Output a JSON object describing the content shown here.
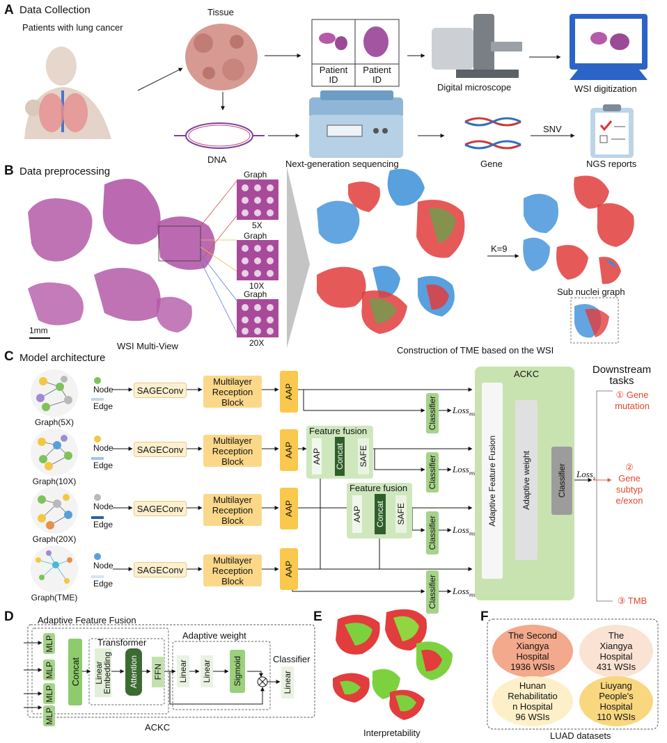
{
  "colors": {
    "aap": "#f9c84c",
    "mrb": "#fbd889",
    "sage": "#fdf0cf",
    "ackc": "#c9e3b0",
    "classifier": "#a6d38a",
    "concat": "#2f5e2a",
    "task": "#e2472d",
    "he": "#b45aa8"
  },
  "panelA": {
    "letter": "A",
    "title": "Data Collection",
    "patients": "Patients with lung cancer",
    "tissue": "Tissue",
    "patient_id_1": "Patient\nID",
    "patient_id_2": "Patient\nID",
    "microscope": "Digital microscope",
    "digitization": "WSI digitization",
    "dna": "DNA",
    "ngs": "Next-generation sequencing",
    "gene": "Gene",
    "snv": "SNV",
    "ngs_reports": "NGS reports"
  },
  "panelB": {
    "letter": "B",
    "title": "Data preprocessing",
    "graphs": [
      {
        "label": "Graph",
        "mag": "5X"
      },
      {
        "label": "Graph",
        "mag": "10X"
      },
      {
        "label": "Graph",
        "mag": "20X"
      }
    ],
    "scalebar": "1mm",
    "wsi_multiview": "WSI Multi-View",
    "k": "K=9",
    "sub_nuclei": "Sub nuclei graph",
    "tme_caption": "Construction of TME based on the WSI"
  },
  "panelC": {
    "letter": "C",
    "title": "Model architecture",
    "rows": [
      {
        "graph": "Graph(5X)",
        "node": "Node",
        "edge": "Edge"
      },
      {
        "graph": "Graph(10X)",
        "node": "Node",
        "edge": "Edge"
      },
      {
        "graph": "Graph(20X)",
        "node": "Node",
        "edge": "Edge"
      },
      {
        "graph": "Graph(TME)",
        "node": "Node",
        "edge": "Edge"
      }
    ],
    "sageconv": "SAGEConv",
    "mrb": "Multilayer\nReception\nBlock",
    "aap": "AAP",
    "classifier": "Classifier",
    "loss_ms": "Loss",
    "loss_ms_sub": "ms",
    "loss_s": "Loss",
    "loss_s_sub": "s",
    "feature_fusion": "Feature fusion",
    "concat": "Concat",
    "safe": "SAFE",
    "ackc": "ACKC",
    "adaptive_feature_fusion": "Adaptive Feature Fusion",
    "adaptive_weight": "Adaptive weight",
    "downstream": "Downstream\ntasks",
    "tasks": [
      "① Gene\nmutation",
      "②\nGene\nsubtyp\ne/exon",
      "③ TMB"
    ]
  },
  "panelD": {
    "letter": "D",
    "title": "Adaptive Feature Fusion",
    "mlp": "MLP",
    "concat": "Concat",
    "transformer": "Transformer",
    "linear_embedding": "Linear\nEmbedding",
    "attention": "Attention",
    "ffn": "FFN",
    "adaptive_weight": "Adaptive weight",
    "linear": "Linear",
    "sigmoid": "Sigmoid",
    "classifier": "Classifier",
    "ackc": "ACKC"
  },
  "panelE": {
    "letter": "E",
    "caption": "Interpretability"
  },
  "panelF": {
    "letter": "F",
    "caption": "LUAD datasets",
    "datasets": [
      {
        "name": "The Second\nXiangya\nHospital\n1936 WSIs",
        "color": "#f3a98b"
      },
      {
        "name": "The\nXiangya\nHospital\n431 WSIs",
        "color": "#fbe3d4"
      },
      {
        "name": "Hunan\nRehabilitatio\nn Hospital\n96 WSIs",
        "color": "#fdf0c8"
      },
      {
        "name": "Liuyang\nPeople's\nHospital\n110 WSIs",
        "color": "#f9d77e"
      }
    ]
  }
}
